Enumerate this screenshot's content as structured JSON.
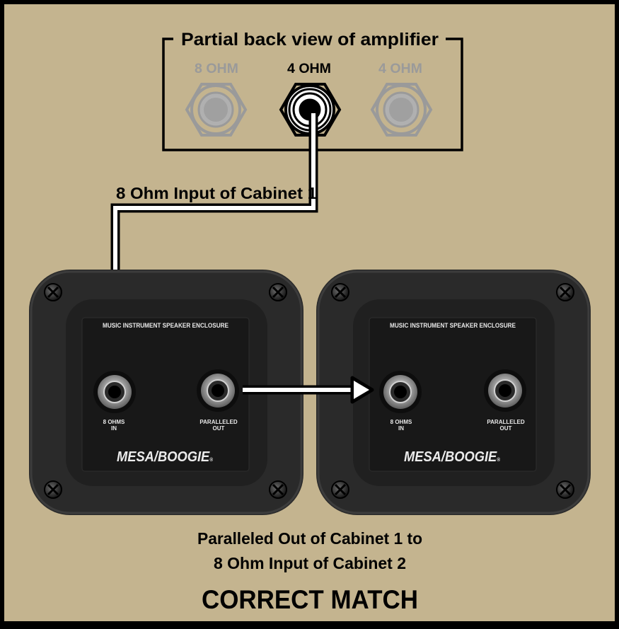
{
  "colors": {
    "background": "#c4b48f",
    "border": "#000000",
    "plate": "#2b2b2b",
    "panel": "#1a1a1a",
    "inactive_jack": "#9a9a9a",
    "arrow": "#ffffff"
  },
  "amplifier": {
    "title": "Partial back view of amplifier",
    "jacks": [
      {
        "label": "8 OHM",
        "state": "unused"
      },
      {
        "label": "4 OHM",
        "state": "used"
      },
      {
        "label": "4 OHM",
        "state": "unused"
      }
    ]
  },
  "connection_1_label": "8 Ohm Input of Cabinet 1",
  "cabinets": [
    {
      "panel_title": "MUSIC INSTRUMENT SPEAKER ENCLOSURE",
      "input_label_1": "8 OHMS",
      "input_label_2": "IN",
      "output_label_1": "PARALLELED",
      "output_label_2": "OUT",
      "brand": "MESA/BOOGIE",
      "brand_mark": "®"
    },
    {
      "panel_title": "MUSIC INSTRUMENT SPEAKER ENCLOSURE",
      "input_label_1": "8 OHMS",
      "input_label_2": "IN",
      "output_label_1": "PARALLELED",
      "output_label_2": "OUT",
      "brand": "MESA/BOOGIE",
      "brand_mark": "®"
    }
  ],
  "caption_line_1": "Paralleled Out of Cabinet 1 to",
  "caption_line_2": "8 Ohm Input of Cabinet 2",
  "result": "CORRECT MATCH"
}
